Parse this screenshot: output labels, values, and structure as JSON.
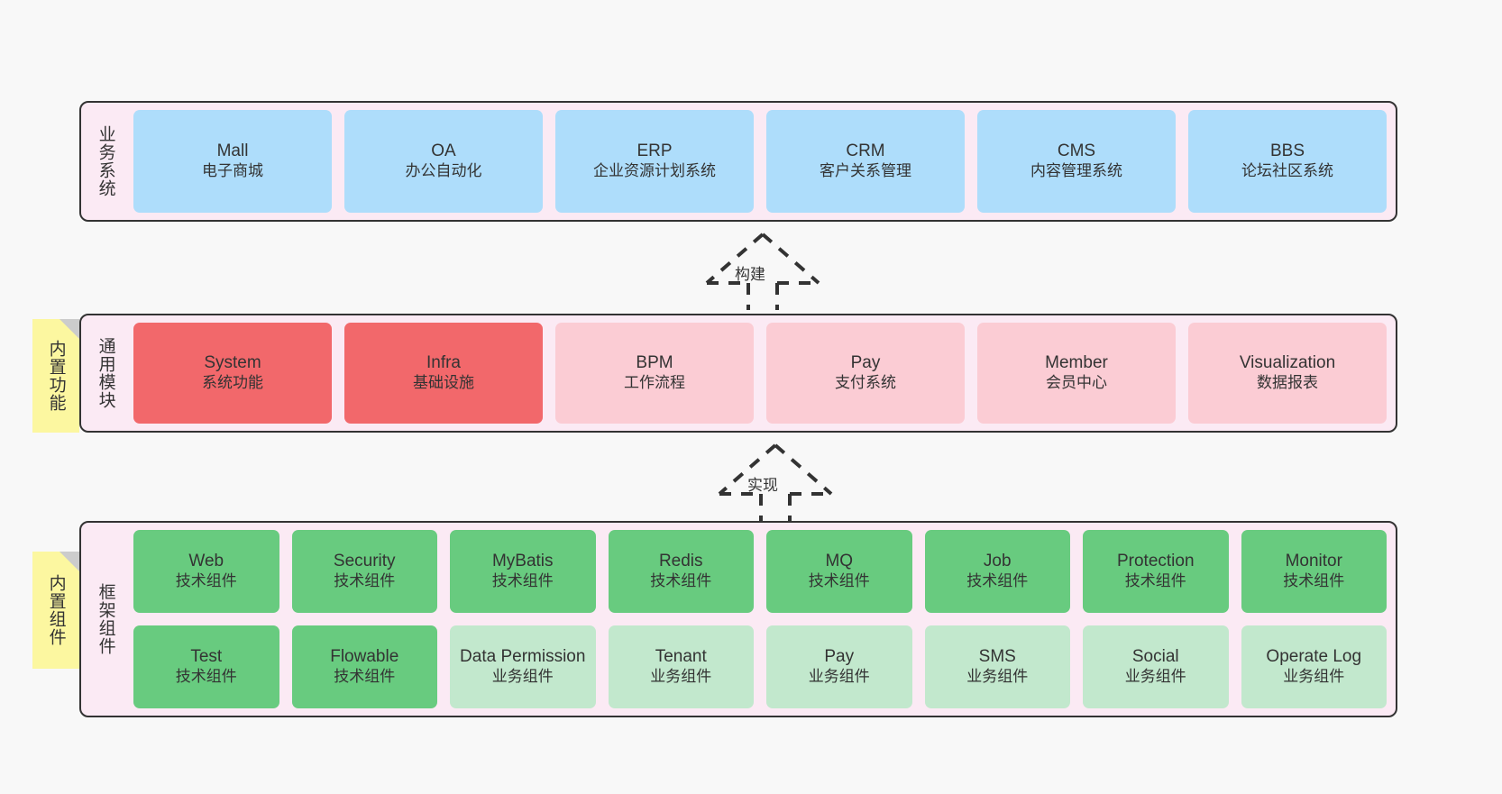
{
  "diagram": {
    "layers": [
      {
        "id": "business",
        "title": "业务系统",
        "cards": [
          {
            "name": "Mall",
            "desc": "电子商城"
          },
          {
            "name": "OA",
            "desc": "办公自动化"
          },
          {
            "name": "ERP",
            "desc": "企业资源计划系统"
          },
          {
            "name": "CRM",
            "desc": "客户关系管理"
          },
          {
            "name": "CMS",
            "desc": "内容管理系统"
          },
          {
            "name": "BBS",
            "desc": "论坛社区系统"
          }
        ]
      },
      {
        "id": "modules",
        "title": "通用模块",
        "note": "内置功能",
        "cards": [
          {
            "name": "System",
            "desc": "系统功能"
          },
          {
            "name": "Infra",
            "desc": "基础设施"
          },
          {
            "name": "BPM",
            "desc": "工作流程"
          },
          {
            "name": "Pay",
            "desc": "支付系统"
          },
          {
            "name": "Member",
            "desc": "会员中心"
          },
          {
            "name": "Visualization",
            "desc": "数据报表"
          }
        ]
      },
      {
        "id": "framework",
        "title": "框架组件",
        "note": "内置组件",
        "row1": [
          {
            "name": "Web",
            "desc": "技术组件"
          },
          {
            "name": "Security",
            "desc": "技术组件"
          },
          {
            "name": "MyBatis",
            "desc": "技术组件"
          },
          {
            "name": "Redis",
            "desc": "技术组件"
          },
          {
            "name": "MQ",
            "desc": "技术组件"
          },
          {
            "name": "Job",
            "desc": "技术组件"
          },
          {
            "name": "Protection",
            "desc": "技术组件"
          },
          {
            "name": "Monitor",
            "desc": "技术组件"
          }
        ],
        "row2": [
          {
            "name": "Test",
            "desc": "技术组件"
          },
          {
            "name": "Flowable",
            "desc": "技术组件"
          },
          {
            "name": "Data Permission",
            "desc": "业务组件"
          },
          {
            "name": "Tenant",
            "desc": "业务组件"
          },
          {
            "name": "Pay",
            "desc": "业务组件"
          },
          {
            "name": "SMS",
            "desc": "业务组件"
          },
          {
            "name": "Social",
            "desc": "业务组件"
          },
          {
            "name": "Operate Log",
            "desc": "业务组件"
          }
        ]
      }
    ],
    "connectors": [
      {
        "id": "build",
        "label": "构建"
      },
      {
        "id": "impl",
        "label": "实现"
      }
    ],
    "colors": {
      "blue": "#aeddfb",
      "red": "#f2686b",
      "pink": "#fbccd4",
      "green": "#68cb7f",
      "green_light": "#c2e8cd",
      "layer_bg": "#fbeaf4",
      "note_bg": "#fcf7a0",
      "stroke": "#333333",
      "page_bg": "#f8f8f8"
    }
  }
}
